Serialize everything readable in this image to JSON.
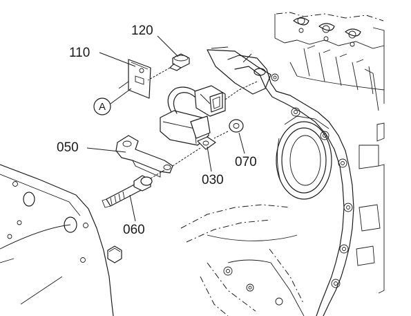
{
  "part_labels": {
    "p120": "120",
    "p110": "110",
    "p050": "050",
    "p060": "060",
    "p030": "030",
    "p070": "070"
  },
  "callout_label": "A"
}
